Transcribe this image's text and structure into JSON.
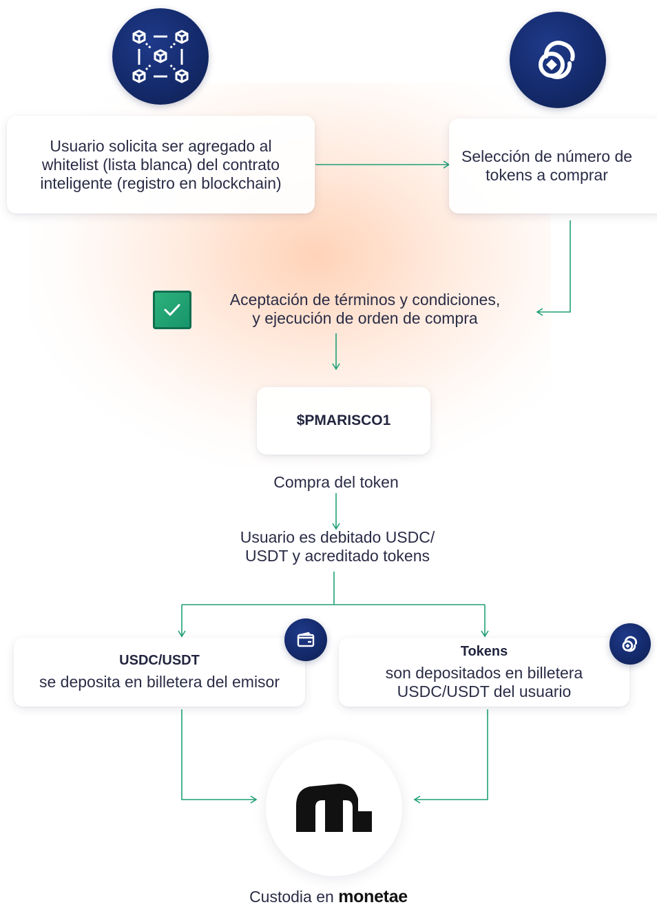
{
  "steps": {
    "whitelist": "Usuario solicita ser agregado al\nwhitelist (lista blanca) del contrato\ninteligente (registro en blockchain)",
    "selection": "Selección de número de\ntokens a comprar",
    "acceptance": "Aceptación de términos y condiciones,\ny ejecución de orden de compra",
    "token_name": "$PMARISCO1",
    "purchase": "Compra del token",
    "debit": "Usuario es debitado USDC/\nUSDT y acreditado tokens"
  },
  "left_box": {
    "title": "USDC/USDT",
    "text": "se deposita en billetera del emisor"
  },
  "right_box": {
    "title": "Tokens",
    "text": "son depositados en billetera\nUSDC/USDT del usuario"
  },
  "footer": {
    "prefix": "Custodia en",
    "brand": "monetae"
  },
  "colors": {
    "accent_green": "#1e9e76",
    "badge_navy": "#142a6b",
    "glow": "#ffc4a0"
  },
  "icons": [
    "blockchain-network-icon",
    "tokens-icon",
    "checkbox-icon",
    "wallet-icon",
    "tokens-icon",
    "monetae-logo"
  ]
}
